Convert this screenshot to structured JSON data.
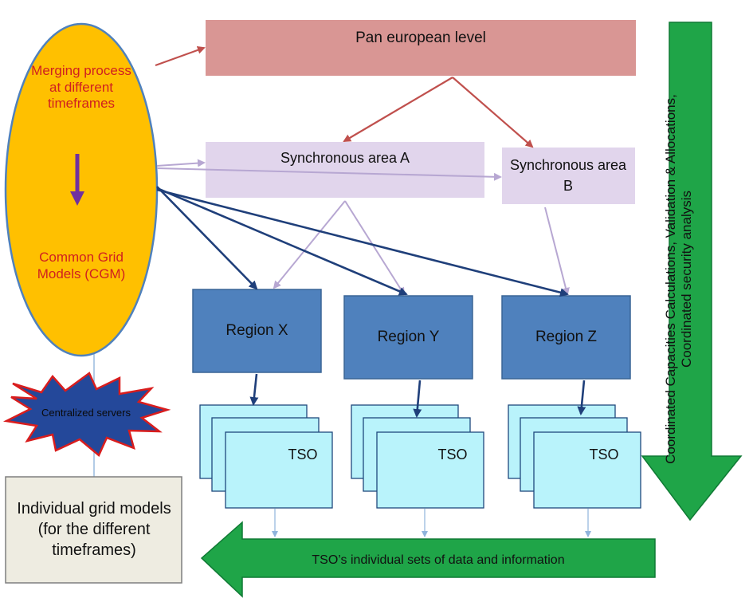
{
  "merging_ellipse": {
    "top_text": "Merging process at different timeframes",
    "bottom_text": "Common Grid Models (CGM)",
    "text_color": "#d02020",
    "fill": "#ffc000"
  },
  "centralized_servers": {
    "label": "Centralized servers"
  },
  "individual_models": {
    "label": "Individual grid models (for the different timeframes)"
  },
  "pan_european": {
    "label": "Pan european level"
  },
  "sync_area_a": {
    "label": "Synchronous area A"
  },
  "sync_area_b": {
    "label": "Synchronous area B"
  },
  "regions": [
    {
      "label": "Region X"
    },
    {
      "label": "Region Y"
    },
    {
      "label": "Region Z"
    }
  ],
  "tso_groups": [
    {
      "label": "TSO"
    },
    {
      "label": "TSO"
    },
    {
      "label": "TSO"
    }
  ],
  "bottom_arrow": {
    "label": "TSO’s individual sets of data and information"
  },
  "right_arrow": {
    "label": "Coordinated Capacities Calculations, Validation & Allocations, Coordinated security analysis"
  },
  "colors": {
    "pan_fill": "#d99694",
    "sync_fill": "#e1d5ec",
    "region_fill": "#4f81bd",
    "tso_fill": "#b9f3fb",
    "green_arrow": "#1fa548",
    "red_arrow": "#c0504d",
    "lavender_arrow": "#b7a7d2",
    "navy_arrow": "#1f3f7a"
  }
}
